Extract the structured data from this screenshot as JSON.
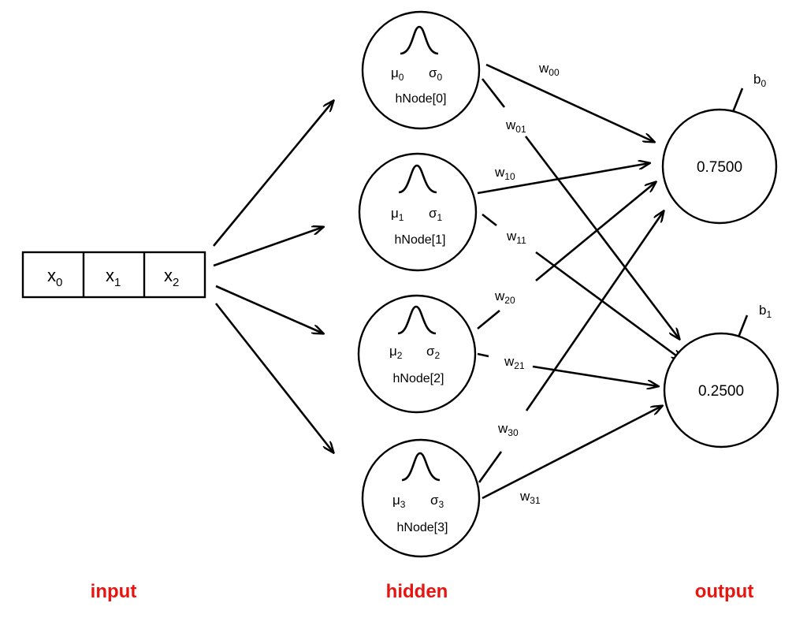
{
  "input": {
    "cells": [
      {
        "base": "x",
        "sub": "0"
      },
      {
        "base": "x",
        "sub": "1"
      },
      {
        "base": "x",
        "sub": "2"
      }
    ]
  },
  "hidden": [
    {
      "mu": "μ",
      "mu_sub": "0",
      "sigma": "σ",
      "sigma_sub": "0",
      "name": "hNode[0]"
    },
    {
      "mu": "μ",
      "mu_sub": "1",
      "sigma": "σ",
      "sigma_sub": "1",
      "name": "hNode[1]"
    },
    {
      "mu": "μ",
      "mu_sub": "2",
      "sigma": "σ",
      "sigma_sub": "2",
      "name": "hNode[2]"
    },
    {
      "mu": "μ",
      "mu_sub": "3",
      "sigma": "σ",
      "sigma_sub": "3",
      "name": "hNode[3]"
    }
  ],
  "output": [
    {
      "value": "0.7500",
      "bias": "b",
      "bias_sub": "0"
    },
    {
      "value": "0.2500",
      "bias": "b",
      "bias_sub": "1"
    }
  ],
  "weights": [
    {
      "base": "w",
      "sub": "00"
    },
    {
      "base": "w",
      "sub": "01"
    },
    {
      "base": "w",
      "sub": "10"
    },
    {
      "base": "w",
      "sub": "11"
    },
    {
      "base": "w",
      "sub": "20"
    },
    {
      "base": "w",
      "sub": "21"
    },
    {
      "base": "w",
      "sub": "30"
    },
    {
      "base": "w",
      "sub": "31"
    }
  ],
  "layers": {
    "input": "input",
    "hidden": "hidden",
    "output": "output"
  },
  "colors": {
    "layer_label": "#e8140f",
    "ink": "#000000"
  }
}
